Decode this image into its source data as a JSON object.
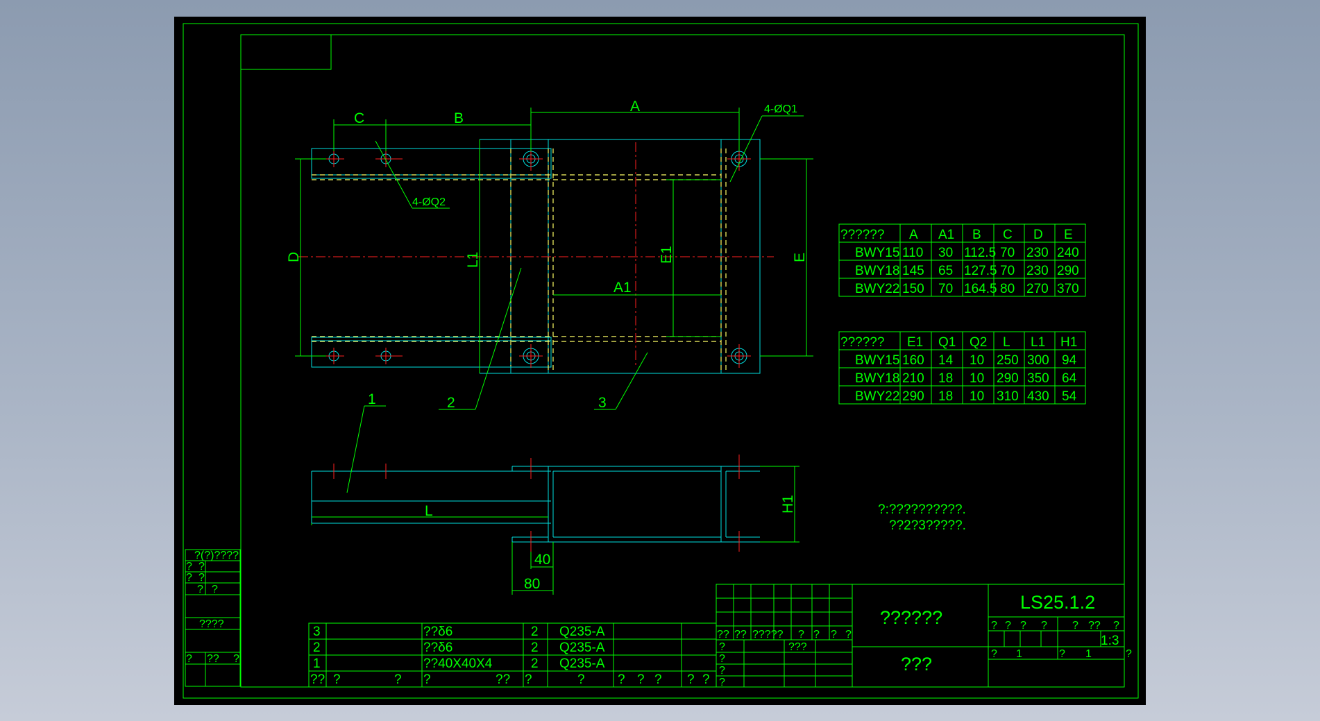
{
  "colors": {
    "background_top": "#8c9bb0",
    "background_bottom": "#c6ccd8",
    "sheet": "#000000",
    "line": "#00ff00",
    "outline": "#00e0e0",
    "centerline": "#ff2020",
    "hidden": "#ffff66"
  },
  "dims": {
    "A": "A",
    "A1": "A1",
    "B": "B",
    "C": "C",
    "D": "D",
    "E": "E",
    "E1": "E1",
    "L": "L",
    "L1": "L1",
    "H1": "H1",
    "hole1": "4-ØQ1",
    "hole2": "4-ØQ2",
    "d40": "40",
    "d80": "80"
  },
  "balloons": {
    "b1": "1",
    "b2": "2",
    "b3": "3"
  },
  "table1": {
    "header": [
      "??????",
      "A",
      "A1",
      "B",
      "C",
      "D",
      "E"
    ],
    "rows": [
      [
        "BWY15",
        "110",
        "30",
        "112.5",
        "70",
        "230",
        "240"
      ],
      [
        "BWY18",
        "145",
        "65",
        "127.5",
        "70",
        "230",
        "290"
      ],
      [
        "BWY22",
        "150",
        "70",
        "164.5",
        "80",
        "270",
        "370"
      ]
    ]
  },
  "table2": {
    "header": [
      "??????",
      "E1",
      "Q1",
      "Q2",
      "L",
      "L1",
      "H1"
    ],
    "rows": [
      [
        "BWY15",
        "160",
        "14",
        "10",
        "250",
        "300",
        "94"
      ],
      [
        "BWY18",
        "210",
        "18",
        "10",
        "290",
        "350",
        "64"
      ],
      [
        "BWY22",
        "290",
        "18",
        "10",
        "310",
        "430",
        "54"
      ]
    ]
  },
  "notes": {
    "line1": "?:??????????.",
    "line2": "??2?3?????."
  },
  "bom": {
    "rows": [
      [
        "3",
        "??δ6",
        "2",
        "Q235-A"
      ],
      [
        "2",
        "??δ6",
        "2",
        "Q235-A"
      ],
      [
        "1",
        "??40X40X4",
        "2",
        "Q235-A"
      ]
    ],
    "header": [
      "??",
      "?",
      "?",
      "?",
      "??",
      "?",
      "?",
      "?",
      "?",
      "?",
      "?",
      "?"
    ]
  },
  "title_block": {
    "part_name": "??????",
    "company": "???",
    "drawing_no": "LS25.1.2",
    "scale": "1:3",
    "row_a": [
      "?",
      "?",
      "?",
      "?",
      "?",
      "??",
      "?"
    ],
    "row_b": [
      "?",
      "1",
      "?",
      "1",
      "?"
    ],
    "left_labels": [
      "??",
      "??",
      "?????",
      "?",
      "?",
      "?",
      "?"
    ],
    "left_col": [
      "?",
      "?",
      "?",
      "?"
    ],
    "stamp": "???"
  },
  "side_strip": [
    "?(?)????",
    "?",
    "?",
    "?",
    "?",
    "?",
    "?",
    "????",
    "?",
    "??",
    "?"
  ]
}
